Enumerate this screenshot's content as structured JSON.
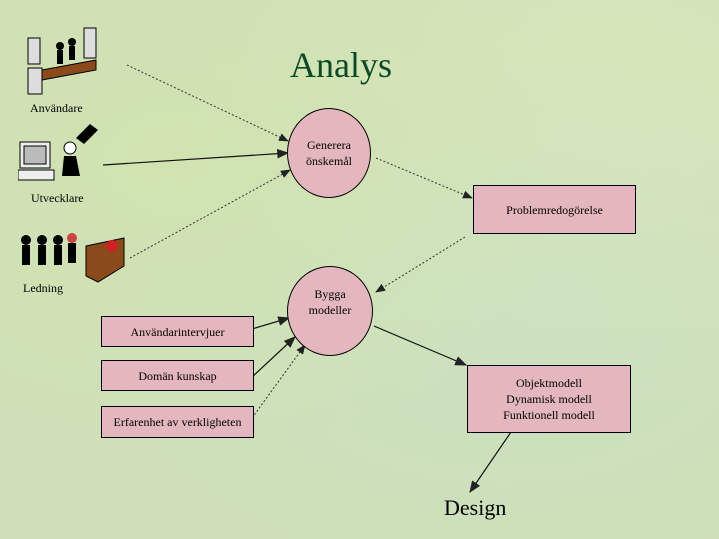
{
  "title": "Analys",
  "actors": {
    "anvandare": "Användare",
    "utvecklare": "Utvecklare",
    "ledning": "Ledning"
  },
  "nodes": {
    "generera": [
      "Generera",
      "önskemål"
    ],
    "bygga": [
      "Bygga",
      "modeller"
    ]
  },
  "boxes": {
    "problem": "Problemredogörelse",
    "intervjuer": "Användarintervjuer",
    "doman": "Domän kunskap",
    "erfarenhet": "Erfarenhet av verkligheten",
    "modeller": [
      "Objektmodell",
      "Dynamisk modell",
      "Funktionell modell"
    ]
  },
  "design": "Design",
  "colors": {
    "node_fill": "#e3b7bd",
    "title": "#0a4a28"
  }
}
